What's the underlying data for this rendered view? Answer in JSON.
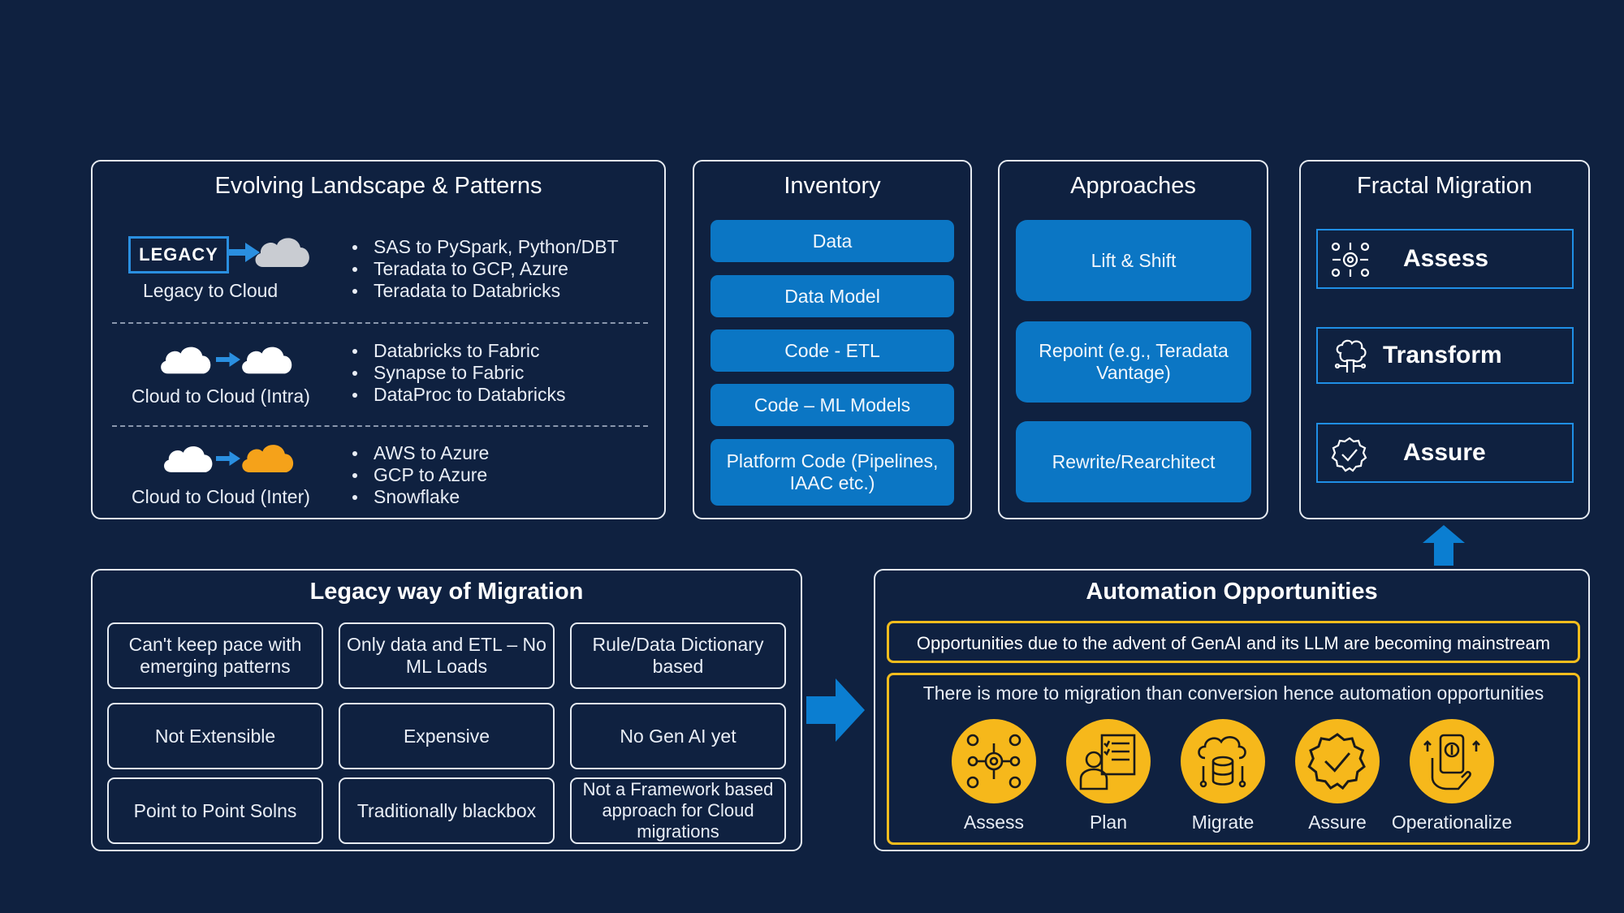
{
  "landscape": {
    "title": "Evolving Landscape &  Patterns",
    "legacy_badge": "LEGACY",
    "rows": [
      {
        "caption": "Legacy to Cloud",
        "items": [
          "SAS to PySpark, Python/DBT",
          "Teradata to GCP, Azure",
          "Teradata to Databricks"
        ]
      },
      {
        "caption": "Cloud to Cloud (Intra)",
        "items": [
          "Databricks to Fabric",
          "Synapse to Fabric",
          "DataProc to Databricks"
        ]
      },
      {
        "caption": "Cloud to Cloud (Inter)",
        "items": [
          "AWS to Azure",
          "GCP to Azure",
          "Snowflake"
        ]
      }
    ]
  },
  "inventory": {
    "title": "Inventory",
    "items": [
      "Data",
      "Data Model",
      "Code - ETL",
      "Code – ML Models",
      "Platform Code (Pipelines, IAAC etc.)"
    ]
  },
  "approaches": {
    "title": "Approaches",
    "items": [
      "Lift & Shift",
      "Repoint (e.g., Teradata Vantage)",
      "Rewrite/Rearchitect"
    ]
  },
  "fractal": {
    "title": "Fractal Migration",
    "items": [
      {
        "label": "Assess",
        "icon": "gears-network-icon"
      },
      {
        "label": "Transform",
        "icon": "brain-circuit-icon"
      },
      {
        "label": "Assure",
        "icon": "check-badge-icon"
      }
    ]
  },
  "legacy_migration": {
    "title": "Legacy way of Migration",
    "cells": [
      "Can't keep pace with emerging patterns",
      "Only data and ETL – No ML Loads",
      "Rule/Data Dictionary based",
      "Not Extensible",
      "Expensive",
      "No Gen AI yet",
      "Point to Point Solns",
      "Traditionally blackbox",
      "Not a Framework based approach for Cloud migrations"
    ]
  },
  "automation": {
    "title": "Automation Opportunities",
    "banner": "Opportunities due to the advent of GenAI and its LLM are becoming mainstream",
    "subtitle": "There is more to migration than conversion hence automation opportunities",
    "steps": [
      {
        "label": "Assess",
        "icon": "gears-network-icon"
      },
      {
        "label": "Plan",
        "icon": "person-checklist-icon"
      },
      {
        "label": "Migrate",
        "icon": "cloud-database-icon"
      },
      {
        "label": "Assure",
        "icon": "check-badge-icon"
      },
      {
        "label": "Operationalize",
        "icon": "hand-phone-dollar-icon"
      }
    ]
  },
  "colors": {
    "background": "#0f2140",
    "accent_blue": "#0b76c4",
    "accent_yellow": "#f6b81b",
    "cloud_orange": "#f5a21a"
  }
}
